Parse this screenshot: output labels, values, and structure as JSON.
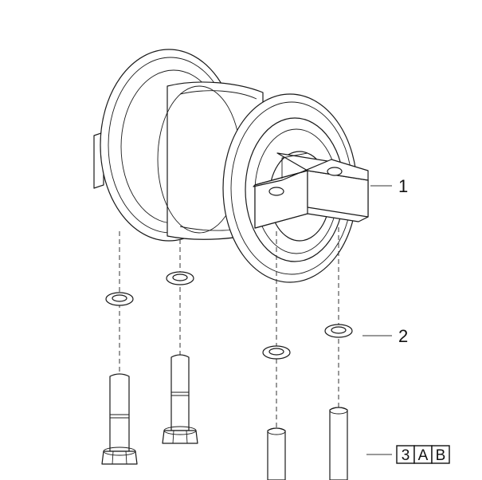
{
  "callouts": [
    {
      "label": "1",
      "part": "roller"
    },
    {
      "label": "2",
      "part": "washer"
    }
  ],
  "ref_boxes": [
    "3",
    "A",
    "B"
  ]
}
